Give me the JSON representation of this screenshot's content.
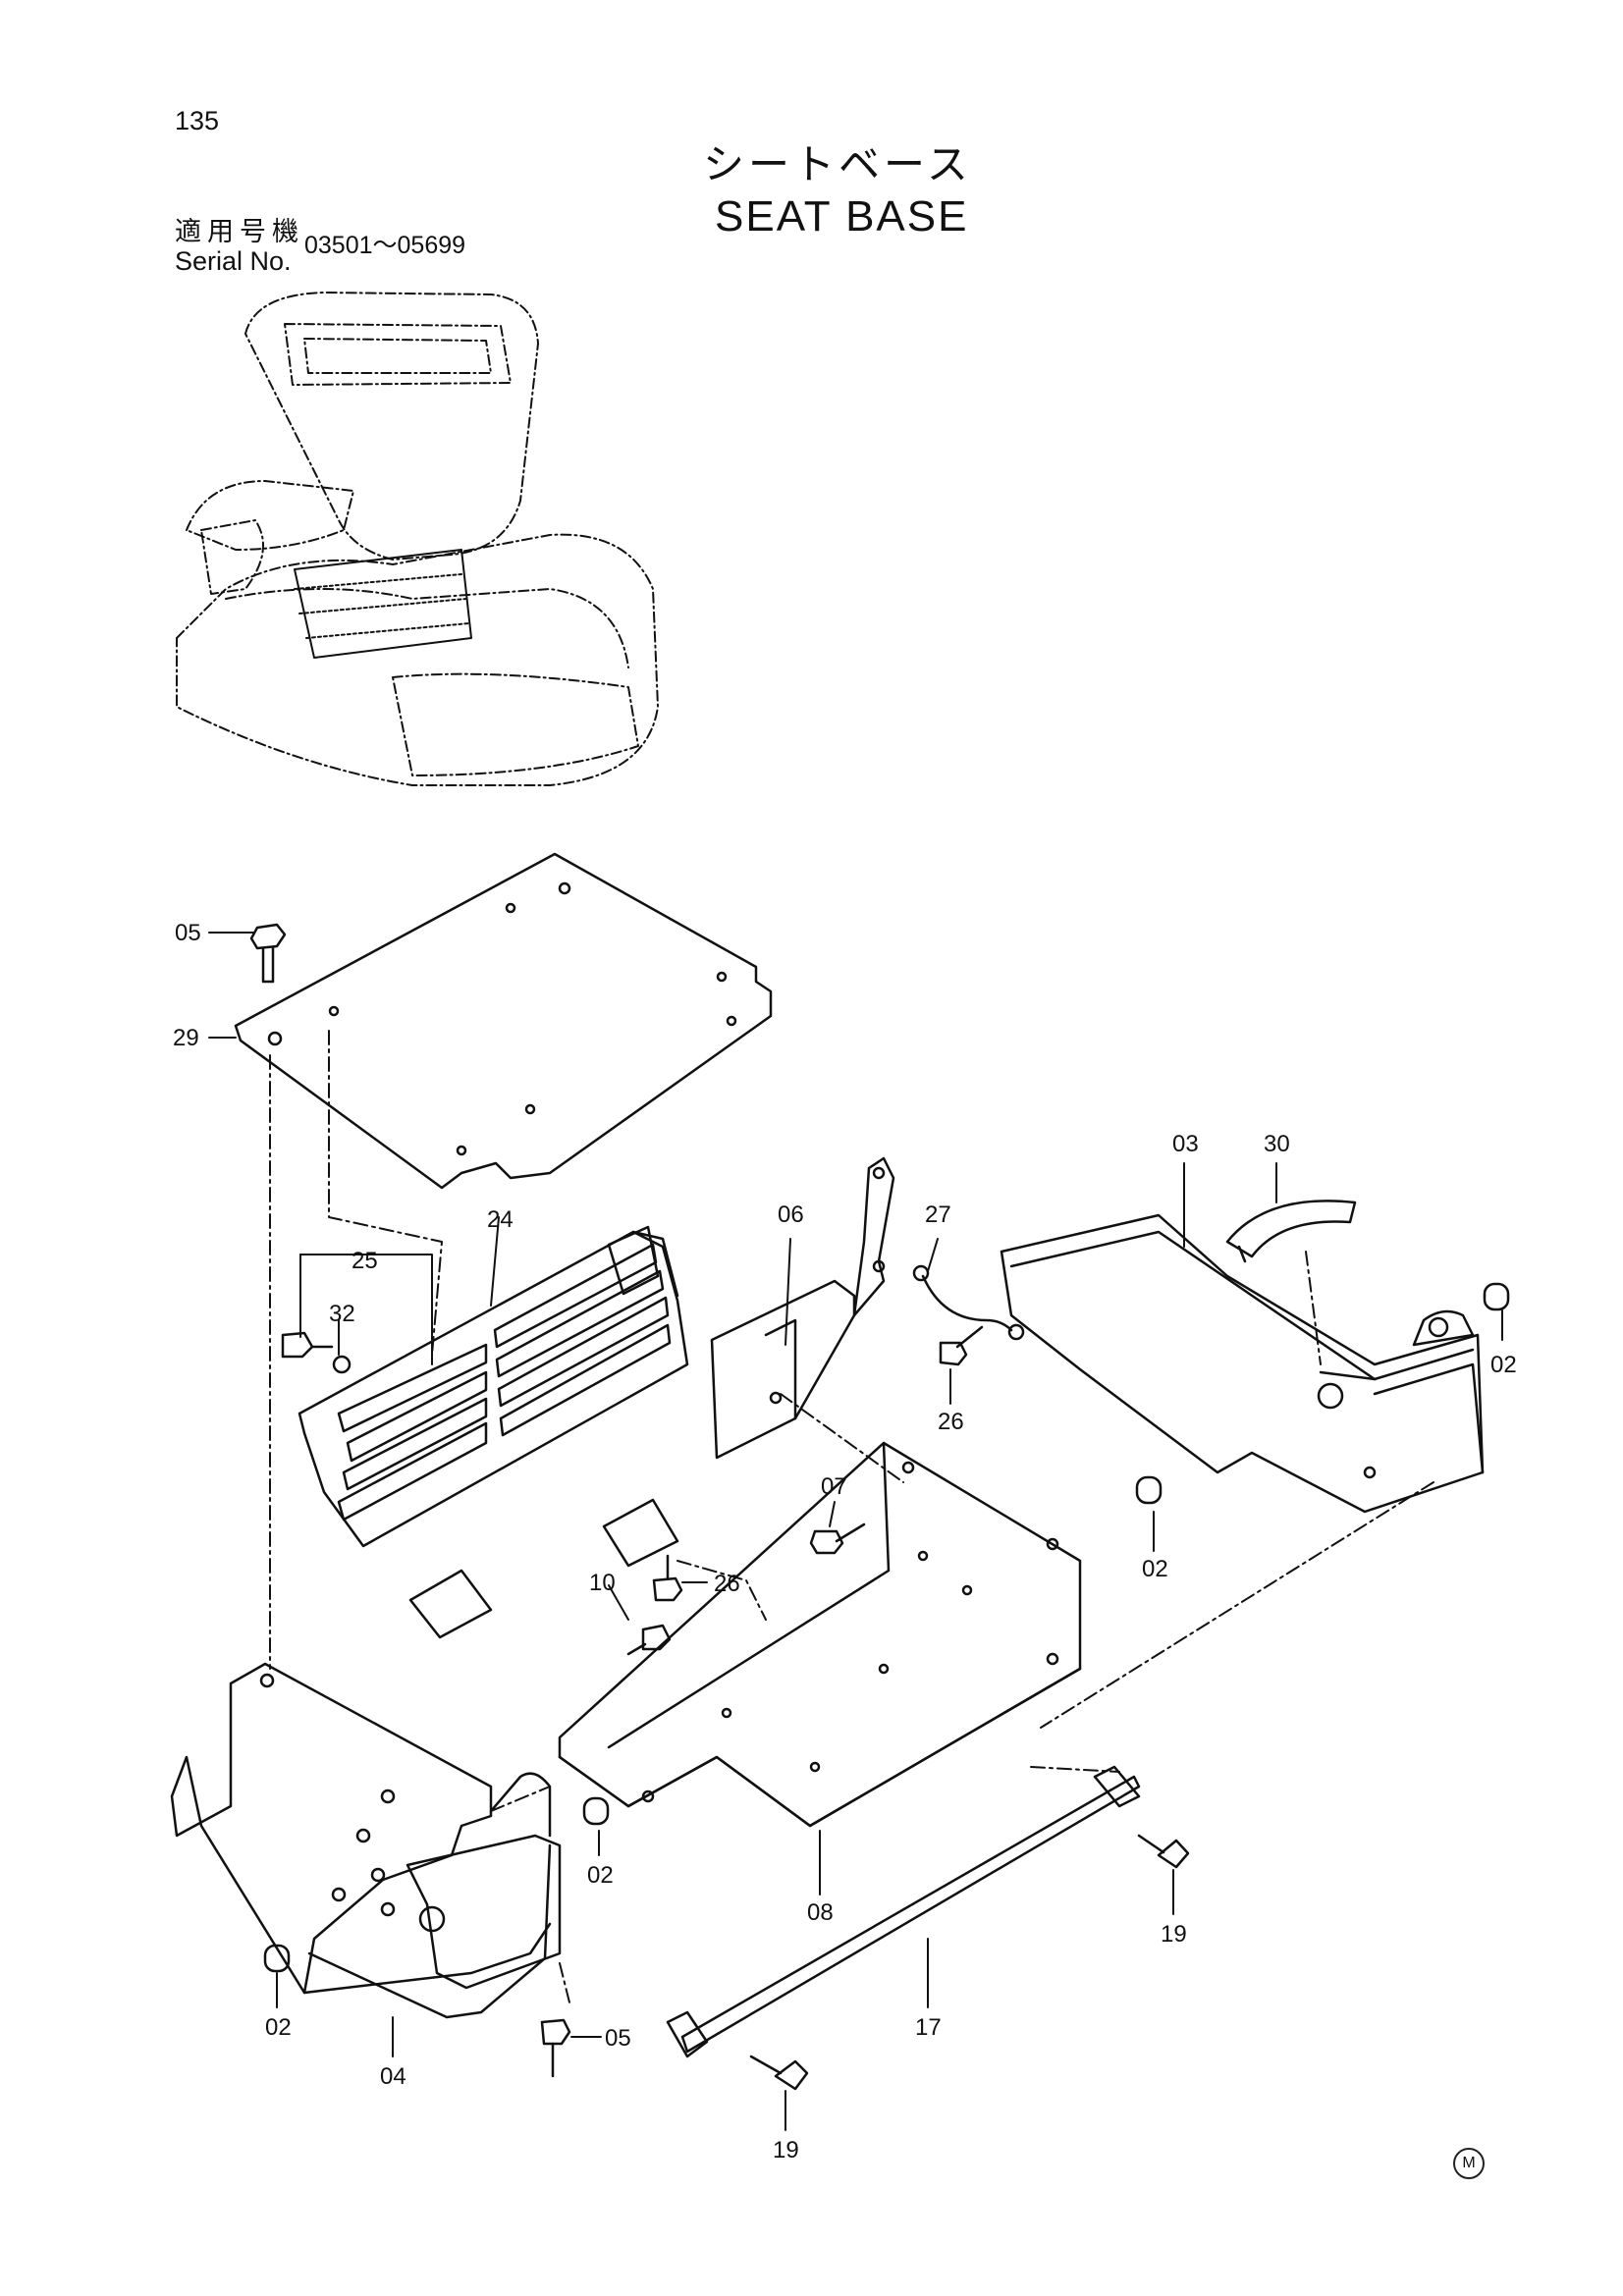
{
  "page_number": "135",
  "title_jp": "シートベース",
  "title_en": "SEAT BASE",
  "serial": {
    "label_jp": "適用号機",
    "label_en": "Serial No.",
    "range": "03501～05699"
  },
  "footer_mark": "M",
  "callouts": {
    "c05a": "05",
    "c29": "29",
    "c24": "24",
    "c25": "25",
    "c32": "32",
    "c06": "06",
    "c27": "27",
    "c03": "03",
    "c30": "30",
    "c02a": "02",
    "c26a": "26",
    "c07": "07",
    "c02b": "02",
    "c26b": "26",
    "c10": "10",
    "c02c": "02",
    "c08": "08",
    "c19a": "19",
    "c17": "17",
    "c02d": "02",
    "c05b": "05",
    "c04": "04",
    "c19b": "19"
  }
}
